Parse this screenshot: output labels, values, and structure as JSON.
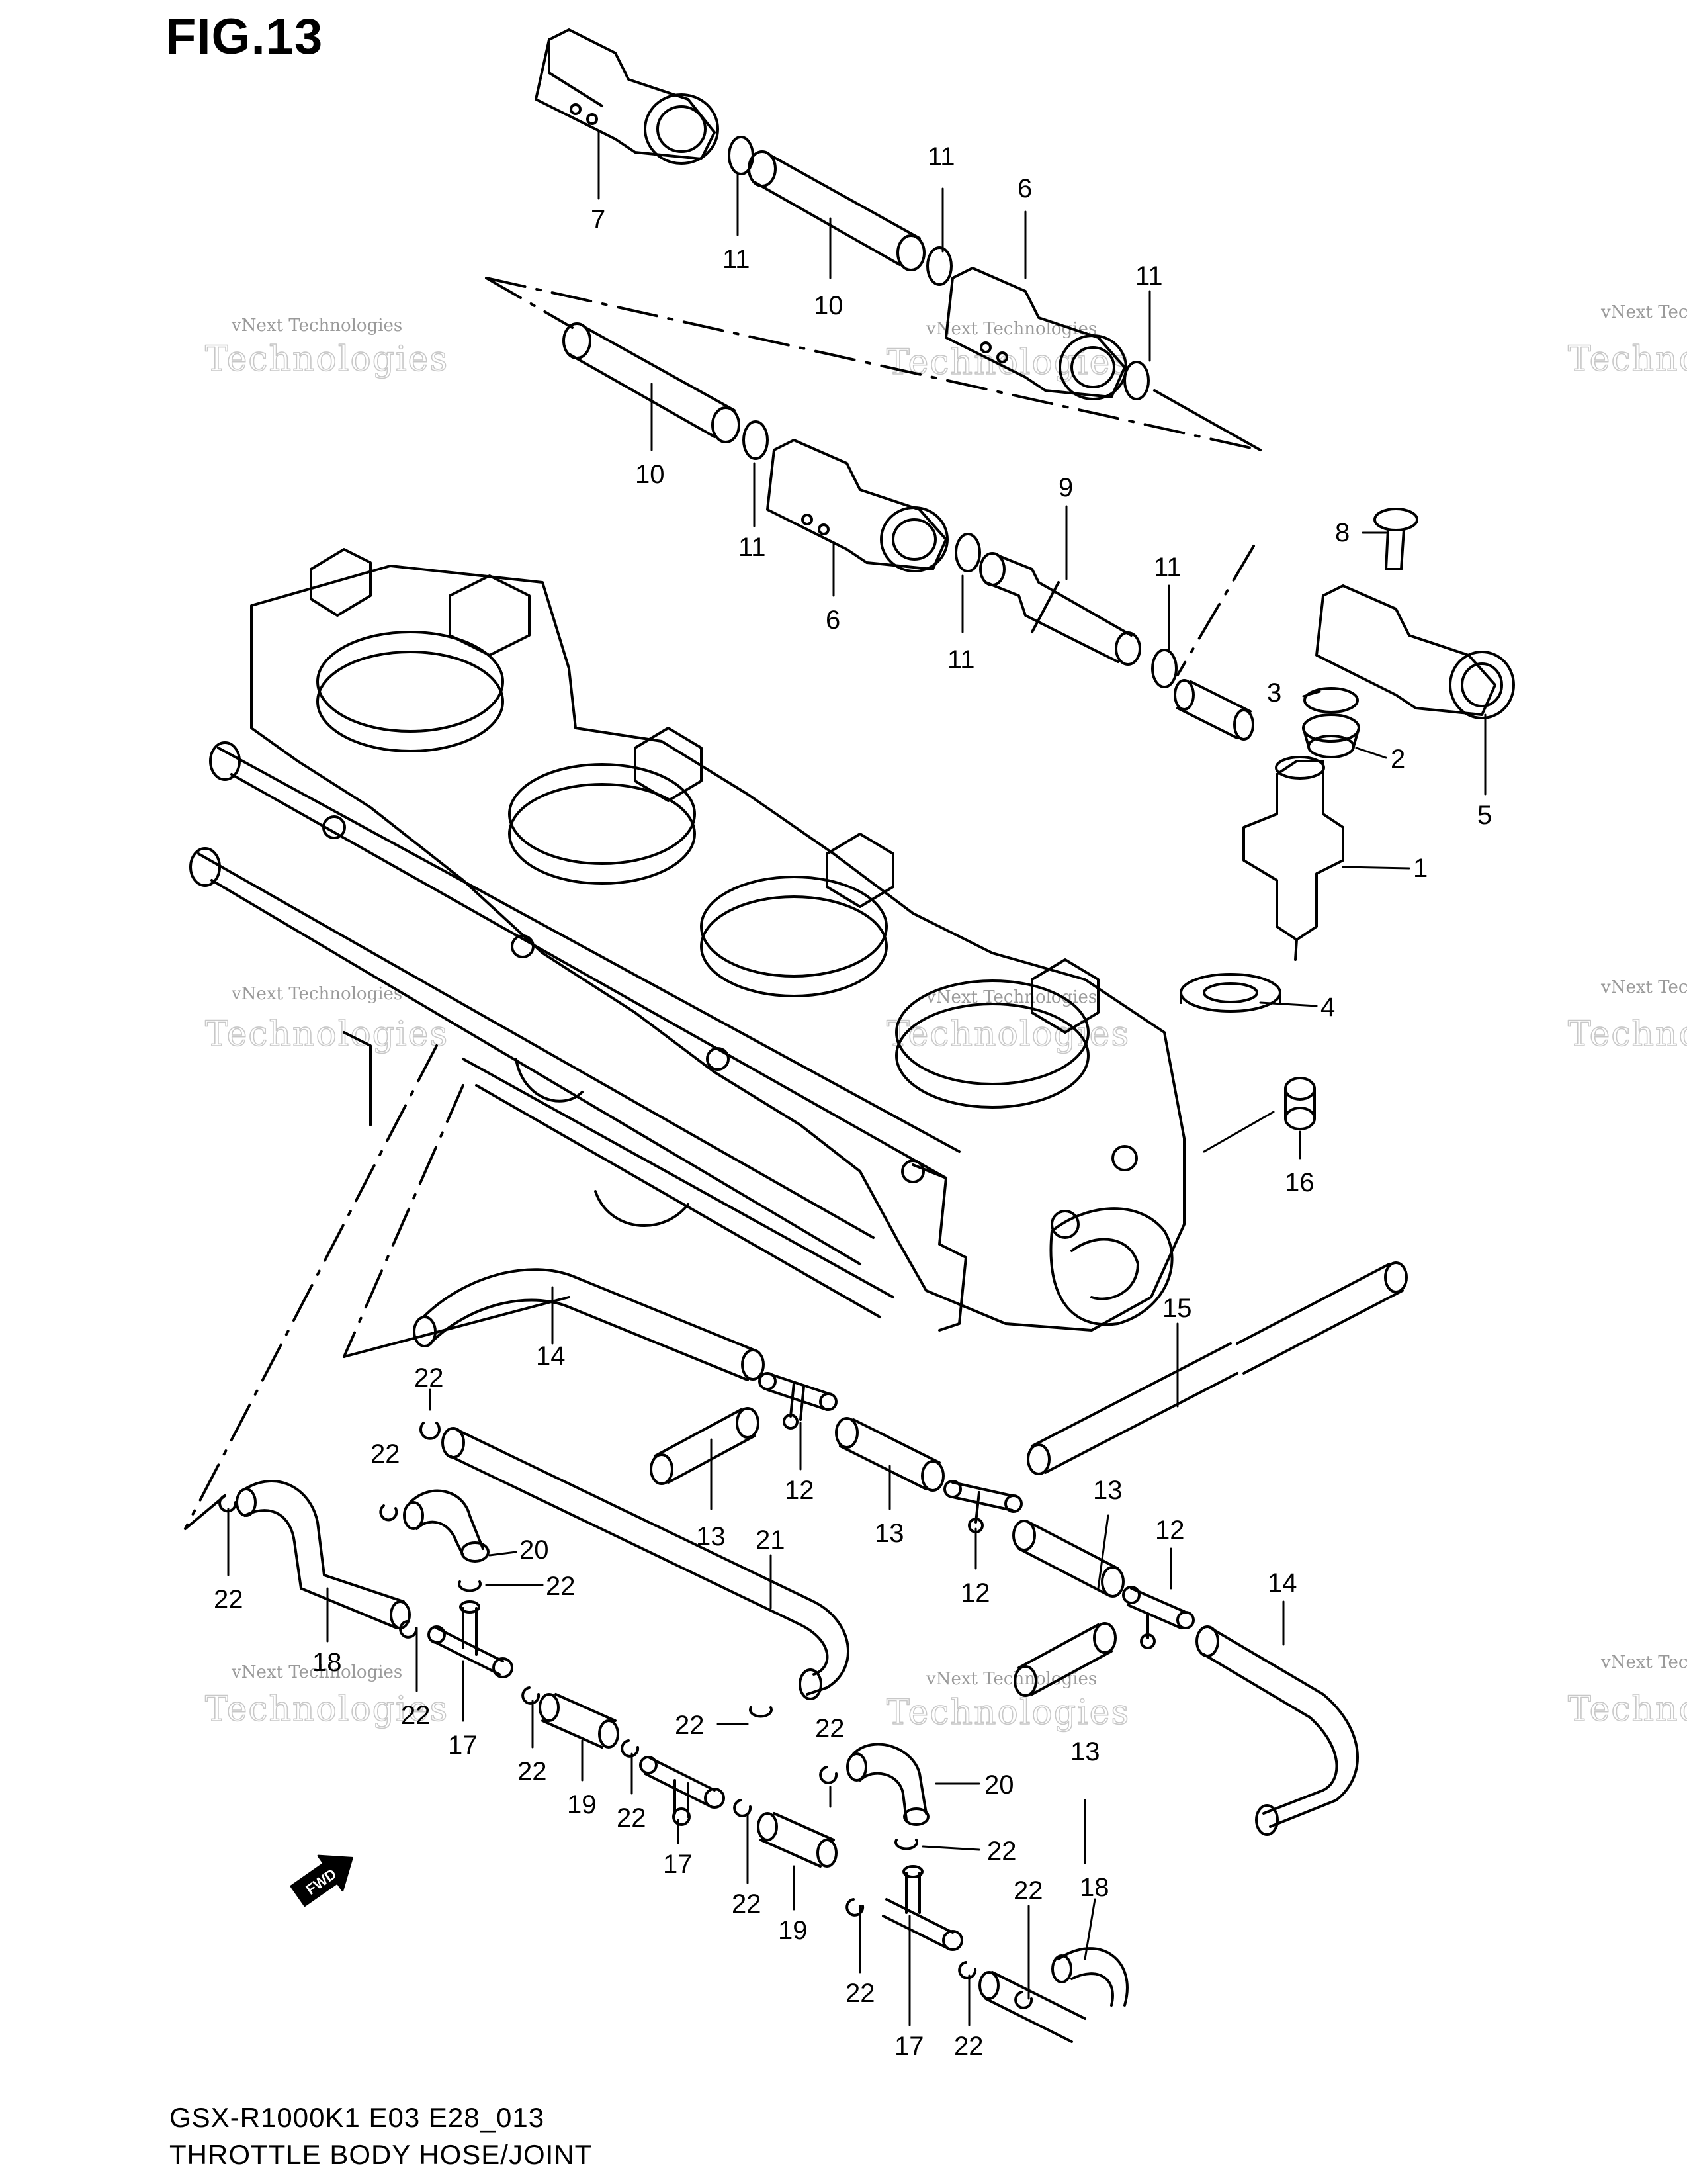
{
  "figure": {
    "title": "FIG.13",
    "model_line": "GSX-R1000K1 E03 E28_013",
    "section_title": "THROTTLE BODY HOSE/JOINT"
  },
  "watermark": {
    "line1": "vNext Technologies",
    "line2": "Technologies",
    "line3": "vNext"
  },
  "fwd_badge": "FWD",
  "callouts": [
    {
      "n": "7"
    },
    {
      "n": "11"
    },
    {
      "n": "10"
    },
    {
      "n": "11"
    },
    {
      "n": "6"
    },
    {
      "n": "11"
    },
    {
      "n": "10"
    },
    {
      "n": "11"
    },
    {
      "n": "6"
    },
    {
      "n": "11"
    },
    {
      "n": "9"
    },
    {
      "n": "11"
    },
    {
      "n": "8"
    },
    {
      "n": "3"
    },
    {
      "n": "2"
    },
    {
      "n": "5"
    },
    {
      "n": "1"
    },
    {
      "n": "4"
    },
    {
      "n": "16"
    },
    {
      "n": "15"
    },
    {
      "n": "14"
    },
    {
      "n": "22"
    },
    {
      "n": "12"
    },
    {
      "n": "13"
    },
    {
      "n": "13"
    },
    {
      "n": "22"
    },
    {
      "n": "20"
    },
    {
      "n": "21"
    },
    {
      "n": "22"
    },
    {
      "n": "13"
    },
    {
      "n": "12"
    },
    {
      "n": "12"
    },
    {
      "n": "14"
    },
    {
      "n": "22"
    },
    {
      "n": "18"
    },
    {
      "n": "22"
    },
    {
      "n": "17"
    },
    {
      "n": "22"
    },
    {
      "n": "19"
    },
    {
      "n": "22"
    },
    {
      "n": "22"
    },
    {
      "n": "17"
    },
    {
      "n": "22"
    },
    {
      "n": "13"
    },
    {
      "n": "20"
    },
    {
      "n": "22"
    },
    {
      "n": "22"
    },
    {
      "n": "19"
    },
    {
      "n": "22"
    },
    {
      "n": "18"
    },
    {
      "n": "22"
    },
    {
      "n": "17"
    },
    {
      "n": "22"
    }
  ]
}
